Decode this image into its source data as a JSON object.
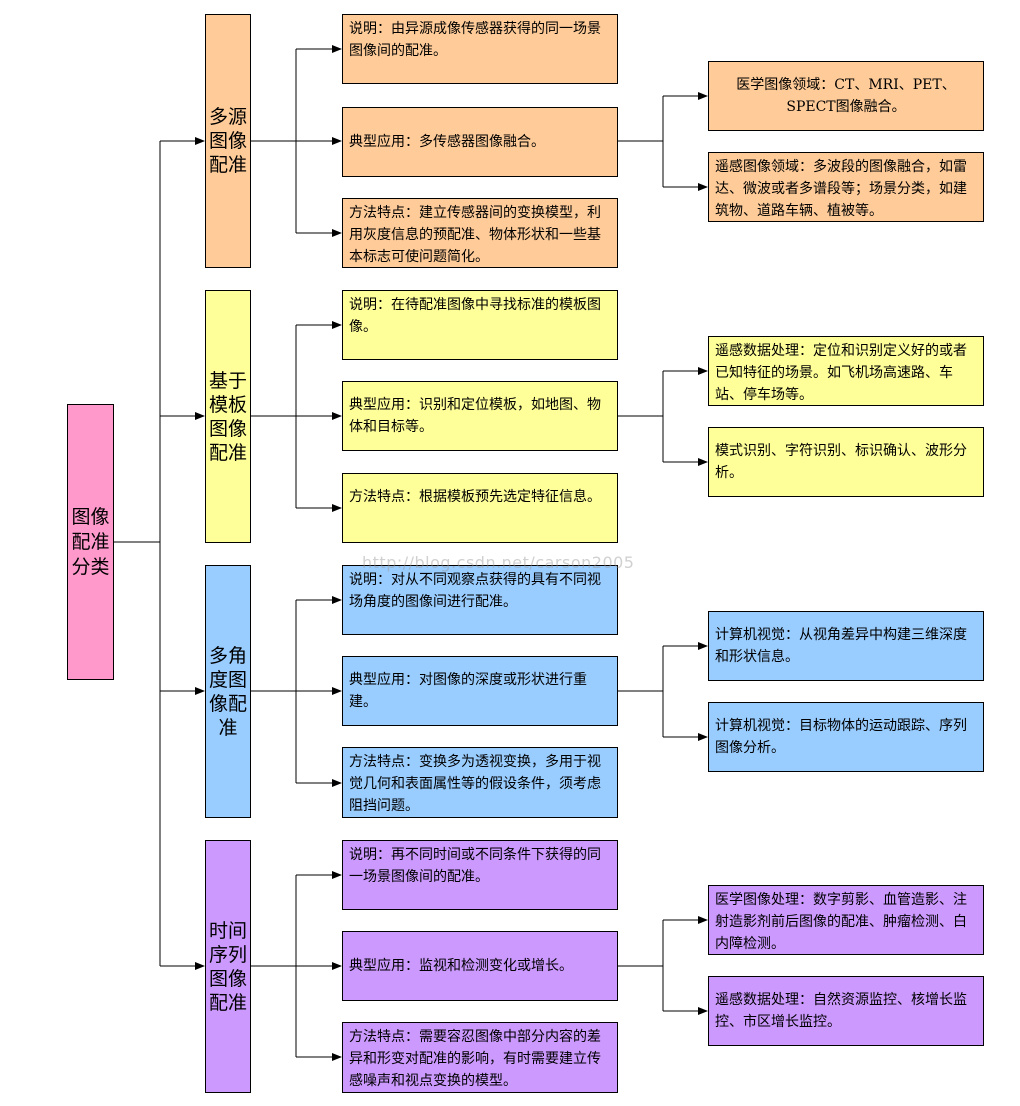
{
  "colors": {
    "root": "#ff99cc",
    "multi_source": "#ffcc99",
    "template": "#ffff99",
    "multi_angle": "#99ccff",
    "time_series": "#cc99ff",
    "line": "#000000"
  },
  "root": {
    "label": "图像\n配准\n分类"
  },
  "categories": [
    {
      "label": "多源\n图像\n配准",
      "description": "说明：由异源成像传感器获得的同一场景图像间的配准。",
      "application": "典型应用：多传感器图像融合。",
      "method": "方法特点：建立传感器间的变换模型，利用灰度信息的预配准、物体形状和一些基本标志可使问题简化。",
      "examples": [
        "医学图像领域：CT、MRI、PET、SPECT图像融合。",
        "遥感图像领域：多波段的图像融合，如雷达、微波或者多谱段等；场景分类，如建筑物、道路车辆、植被等。"
      ]
    },
    {
      "label": "基于\n模板\n图像\n配准",
      "description": "说明：在待配准图像中寻找标准的模板图像。",
      "application": "典型应用：识别和定位模板，如地图、物体和目标等。",
      "method": "方法特点：根据模板预先选定特征信息。",
      "examples": [
        "遥感数据处理：定位和识别定义好的或者已知特征的场景。如飞机场高速路、车站、停车场等。",
        "模式识别、字符识别、标识确认、波形分析。"
      ]
    },
    {
      "label": "多角\n度图\n像配\n准",
      "description": "说明：对从不同观察点获得的具有不同视场角度的图像间进行配准。",
      "application": "典型应用：对图像的深度或形状进行重建。",
      "method": "方法特点：变换多为透视变换，多用于视觉几何和表面属性等的假设条件，须考虑阻挡问题。",
      "examples": [
        "计算机视觉：从视角差异中构建三维深度和形状信息。",
        "计算机视觉：目标物体的运动跟踪、序列图像分析。"
      ]
    },
    {
      "label": "时间\n序列\n图像\n配准",
      "description": "说明：再不同时间或不同条件下获得的同一场景图像间的配准。",
      "application": "典型应用：监视和检测变化或增长。",
      "method": "方法特点：需要容忍图像中部分内容的差异和形变对配准的影响，有时需要建立传感噪声和视点变换的模型。",
      "examples": [
        "医学图像处理：数字剪影、血管造影、注射造影剂前后图像的配准、肿瘤检测、白内障检测。",
        "遥感数据处理：自然资源监控、核增长监控、市区增长监控。"
      ]
    }
  ],
  "watermark": "http://blog.csdn.net/carson2005"
}
